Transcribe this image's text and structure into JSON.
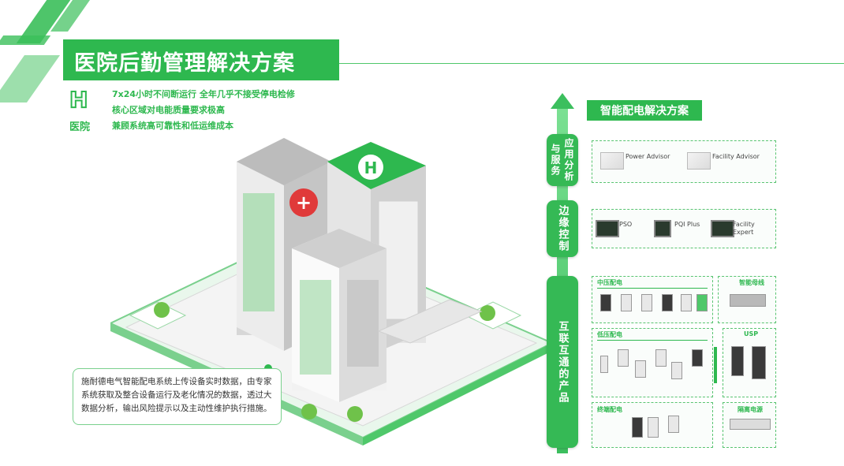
{
  "header": {
    "title": "医院后勤管理解决方案"
  },
  "hospital_icon": {
    "glyph": "H",
    "label": "医院"
  },
  "points": [
    "7x24小时不间断运行  全年几乎不接受停电检修",
    "核心区域对电能质量要求极高",
    "兼顾系统高可靠性和低运维成本"
  ],
  "scene": {
    "helipad_glyph": "H",
    "cross_glyph": "+",
    "caption": "施耐德电气智能配电系统上传设备实时数据，由专家系统获取及整合设备运行及老化情况的数据，透过大数据分析，输出风险提示以及主动性维护执行措施。"
  },
  "solution": {
    "title": "智能配电解决方案",
    "stages": [
      {
        "label": "应用分析与服务"
      },
      {
        "label": "边缘控制"
      },
      {
        "label": "互联互通的产品"
      }
    ],
    "apps": [
      {
        "name": "Power Advisor",
        "desc": ""
      },
      {
        "name": "Facility Advisor",
        "desc": ""
      }
    ],
    "edge": [
      {
        "name": "PSO",
        "desc": ""
      },
      {
        "name": "PQI Plus",
        "desc": ""
      },
      {
        "name": "Facility Expert",
        "desc": ""
      }
    ],
    "groups": {
      "mv": "中压配电",
      "busway": "智能母线",
      "lv": "低压配电",
      "ups": "USP",
      "final": "终端配电",
      "isolation": "隔离电源"
    },
    "device_labels": [
      "",
      "",
      "",
      "",
      "",
      "",
      "",
      "",
      "",
      "",
      "",
      "",
      "",
      "",
      "",
      "",
      ""
    ]
  },
  "colors": {
    "brand_green": "#2eb84f",
    "light_green": "#7be093",
    "red_cross": "#e03a3a"
  }
}
